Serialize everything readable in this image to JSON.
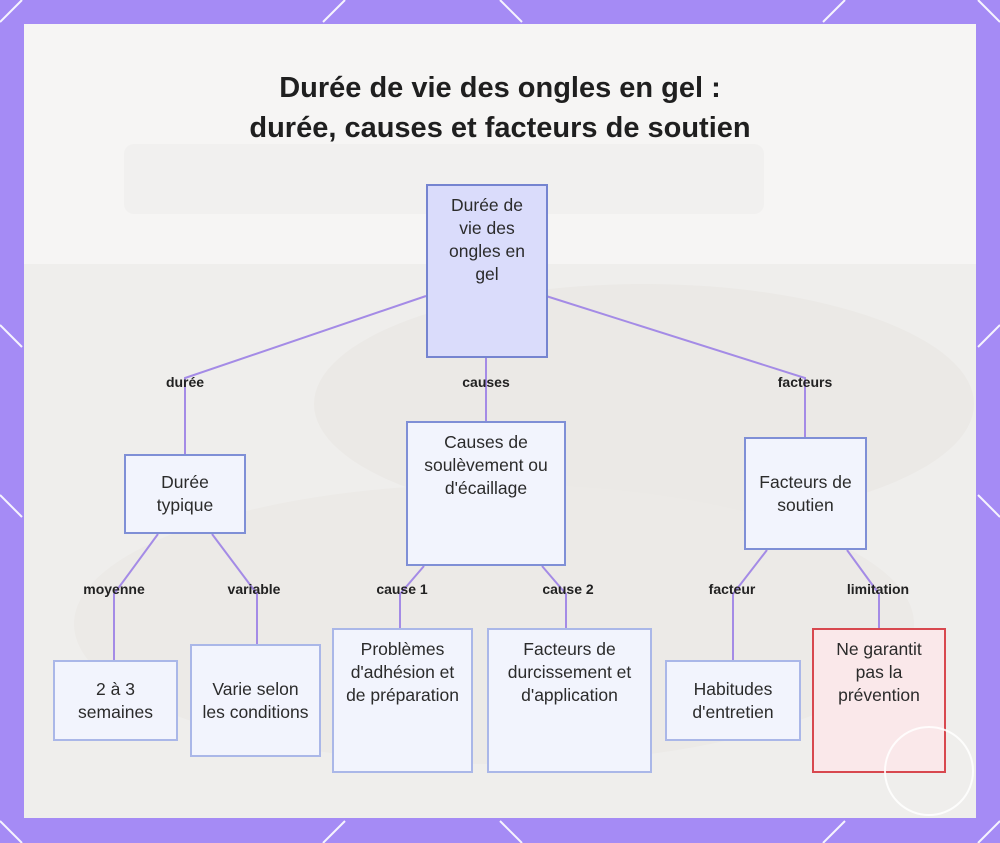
{
  "title": {
    "line1": "Durée de vie des ongles en gel :",
    "line2": "durée, causes et facteurs de soutien"
  },
  "nodes": {
    "root": "Durée de vie des ongles en gel",
    "duree_typique": "Durée typique",
    "causes": "Causes de soulèvement ou d'écaillage",
    "facteurs": "Facteurs de soutien",
    "semaines": "2 à 3 semaines",
    "varie": "Varie selon les conditions",
    "adhesion": "Problèmes d'adhésion et de préparation",
    "durcissement": "Facteurs de durcissement et d'application",
    "habitudes": "Habitudes d'entretien",
    "prevention": "Ne garantit pas la prévention"
  },
  "edges": {
    "duree": "durée",
    "causes": "causes",
    "facteurs": "facteurs",
    "moyenne": "moyenne",
    "variable": "variable",
    "cause1": "cause 1",
    "cause2": "cause 2",
    "facteur": "facteur",
    "limitation": "limitation"
  },
  "colors": {
    "frame": "#a58bf5",
    "connector": "#a48be6",
    "node_border": "#7f8fd6",
    "root_fill": "#dadcfb",
    "limitation_border": "#d8484f",
    "limitation_fill": "#fae8ea"
  }
}
